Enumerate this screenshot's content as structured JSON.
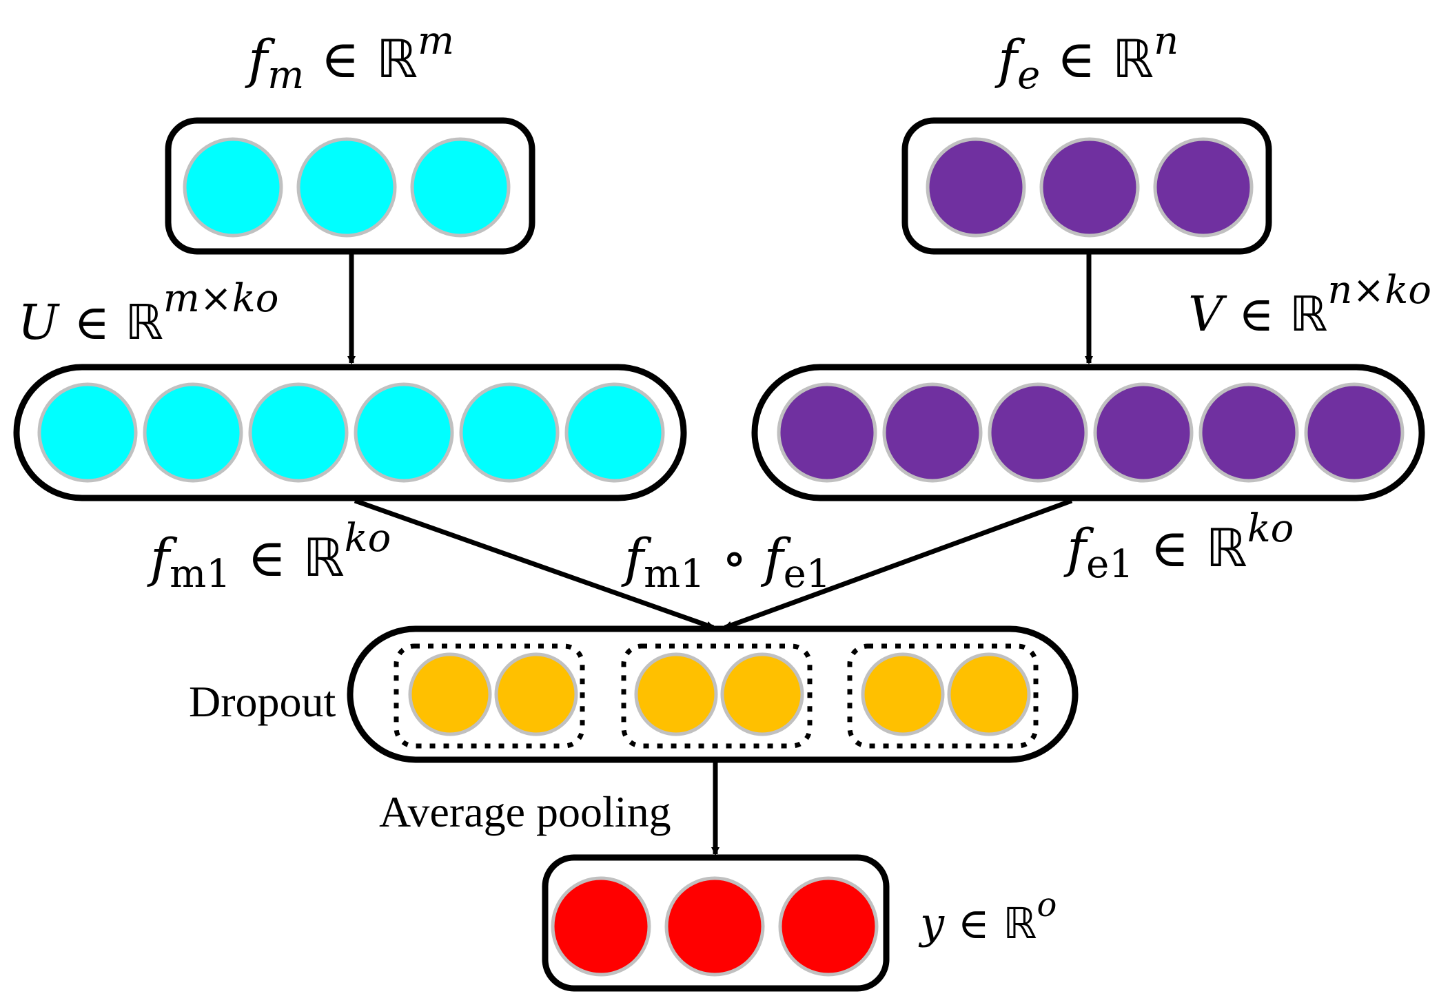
{
  "colors": {
    "mention": "#00ffff",
    "entity": "#7030a0",
    "pooled": "#ffc000",
    "output": "#ff0000",
    "node_border": "#c0c0c0",
    "box_border": "#000000"
  },
  "labels": {
    "fm": {
      "base": "f",
      "sub": "m",
      "rel": " ∈ ",
      "set": "ℝ",
      "sup": "m"
    },
    "fe": {
      "base": "f",
      "sub": "e",
      "rel": " ∈ ",
      "set": "ℝ",
      "sup": "n"
    },
    "U": {
      "base": "U",
      "rel": " ∈ ",
      "set": "ℝ",
      "sup": "m×ko"
    },
    "V": {
      "base": "V",
      "rel": " ∈ ",
      "set": "ℝ",
      "sup": "n×ko"
    },
    "fm1": {
      "base": "f",
      "sub": "m1",
      "rel": " ∈ ",
      "set": "ℝ",
      "sup": "ko"
    },
    "fe1": {
      "base": "f",
      "sub": "e1",
      "rel": " ∈ ",
      "set": "ℝ",
      "sup": "ko"
    },
    "product": {
      "a": "f",
      "a_sub": "m1",
      "op": " ∘ ",
      "b": "f",
      "b_sub": "e1"
    },
    "dropout": "Dropout",
    "avg_pooling": "Average pooling",
    "y": {
      "base": "y",
      "rel": " ∈ ",
      "set": "ℝ",
      "sup": "o"
    }
  },
  "layers": {
    "fm_nodes": 3,
    "fe_nodes": 3,
    "fm1_nodes": 6,
    "fe1_nodes": 6,
    "pool_groups": 3,
    "pool_nodes_per_group": 2,
    "output_nodes": 3
  }
}
